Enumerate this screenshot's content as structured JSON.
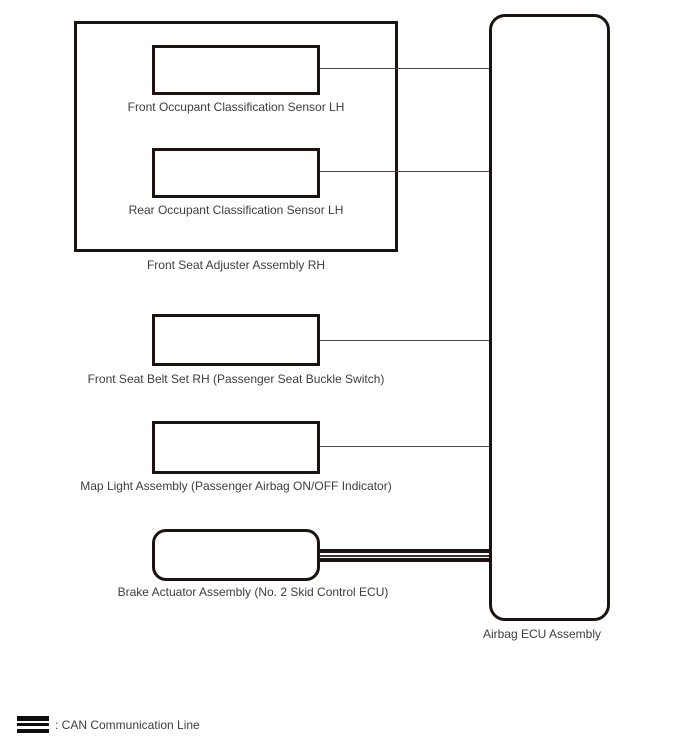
{
  "diagram": {
    "nodes": {
      "front_occupant": {
        "label": "Front Occupant Classification Sensor LH"
      },
      "rear_occupant": {
        "label": "Rear Occupant Classification Sensor LH"
      },
      "seat_adjuster_group": {
        "label": "Front Seat Adjuster Assembly RH"
      },
      "seat_belt": {
        "label": "Front Seat Belt Set RH (Passenger Seat Buckle Switch)"
      },
      "map_light": {
        "label": "Map Light Assembly (Passenger Airbag ON/OFF Indicator)"
      },
      "brake_actuator": {
        "label": "Brake Actuator Assembly (No. 2 Skid Control ECU)"
      },
      "airbag_ecu": {
        "label": "Airbag ECU Assembly"
      }
    },
    "legend": {
      "symbol": "can-line-icon",
      "label": ": CAN Communication Line"
    }
  },
  "colors": {
    "box-border": "#1c1311",
    "label-text": "#3d3d3d",
    "wire": "#4a4a4a",
    "background": "#ffffff"
  }
}
